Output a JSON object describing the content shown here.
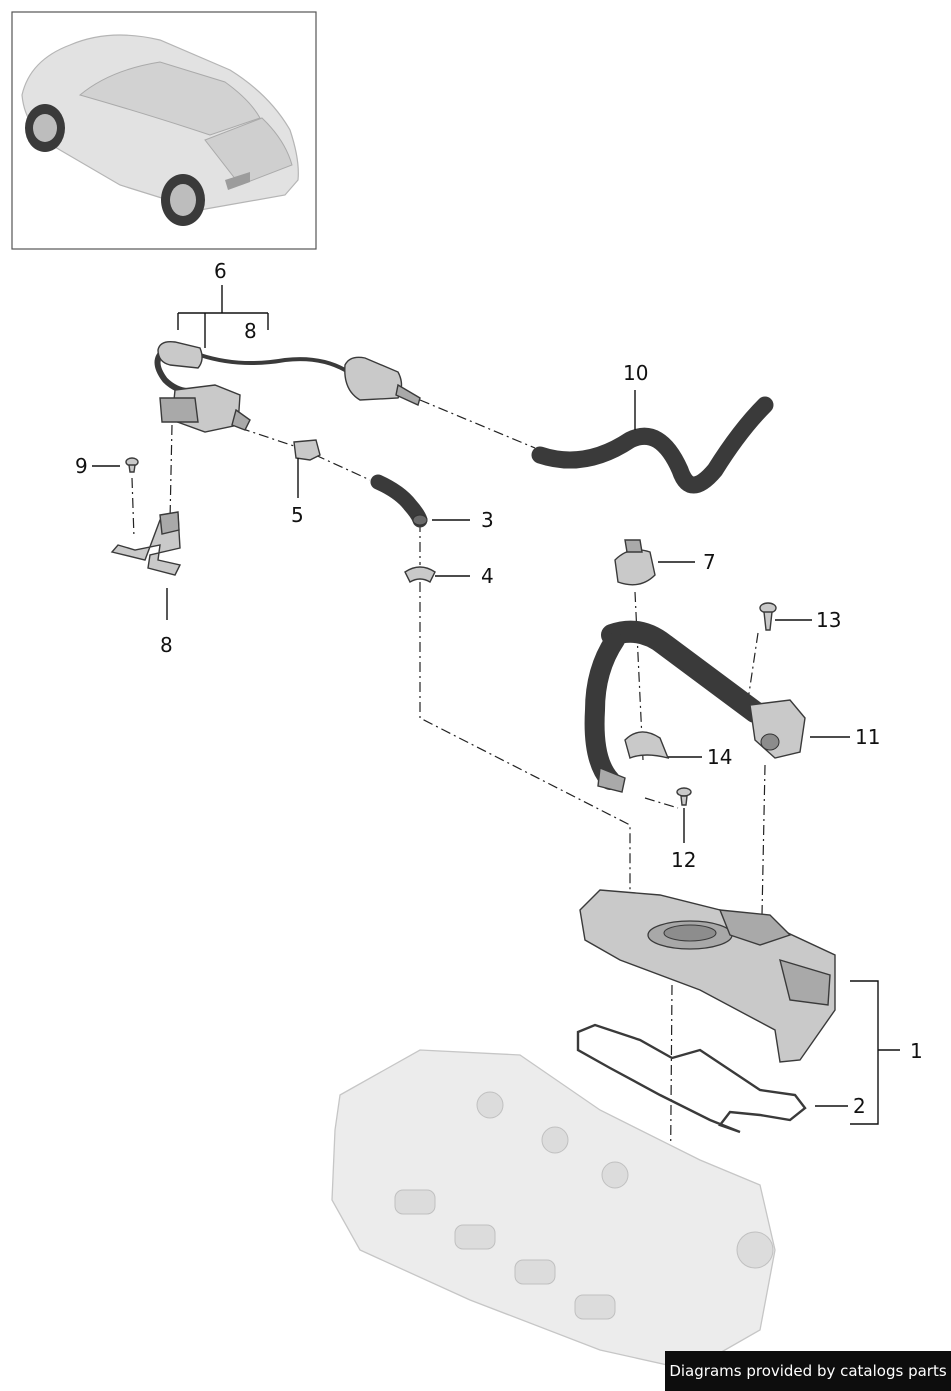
{
  "callouts": {
    "c1": "1",
    "c2": "2",
    "c3": "3",
    "c4": "4",
    "c5": "5",
    "c6": "6",
    "c7": "7",
    "c8a": "8",
    "c8b": "8",
    "c9": "9",
    "c10": "10",
    "c11": "11",
    "c12": "12",
    "c13": "13",
    "c14": "14"
  },
  "icons": {
    "vehicle": "vehicle-thumbnail-icon"
  },
  "credit": "Diagrams provided by catalogs parts"
}
